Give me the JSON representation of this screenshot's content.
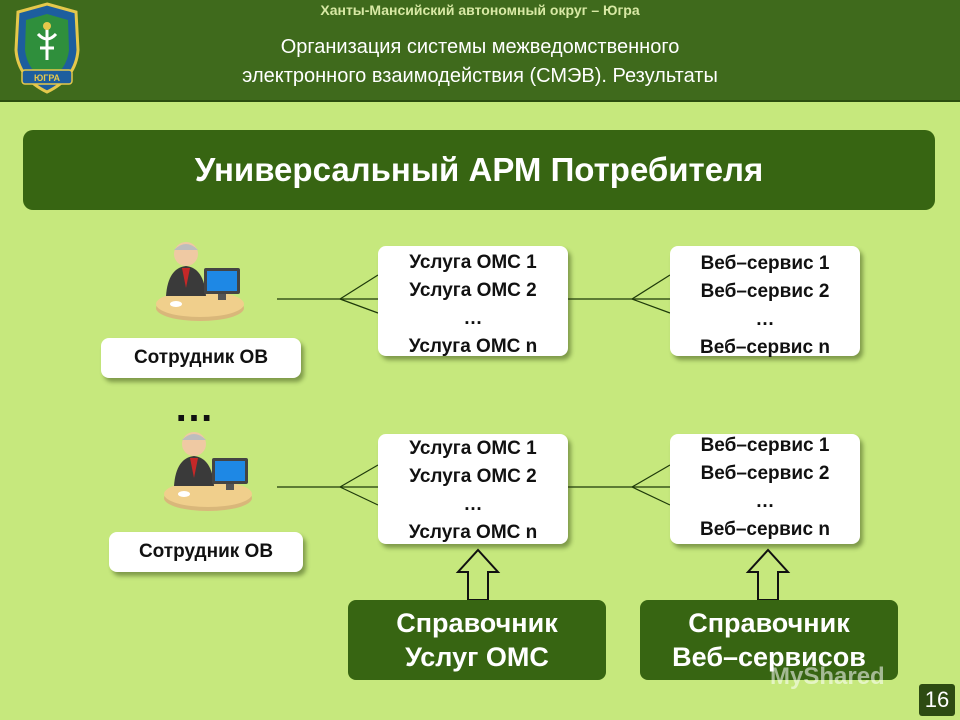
{
  "header": {
    "region": "Ханты-Мансийский автономный округ – Югра",
    "title_line1": "Организация системы межведомственного",
    "title_line2": "электронного взаимодействия (СМЭВ). Результаты",
    "emblem_text": "ЮГРА"
  },
  "banner": "Универсальный АРМ Потребителя",
  "employee_label": "Сотрудник ОВ",
  "ellipsis": "…",
  "services": [
    "Услуга ОМС 1",
    "Услуга ОМС 2",
    "…",
    "Услуга ОМС n"
  ],
  "web_services": [
    "Веб–сервис 1",
    "Веб–сервис 2",
    "…",
    "Веб–сервис n"
  ],
  "directory_services": {
    "line1": "Справочник",
    "line2": "Услуг ОМС"
  },
  "directory_web": {
    "line1": "Справочник",
    "line2": "Веб–сервисов"
  },
  "page_number": "16",
  "watermark": "MyShared",
  "colors": {
    "background": "#c6e87d",
    "dark_green": "#376512",
    "header": "#3f6a1c"
  }
}
